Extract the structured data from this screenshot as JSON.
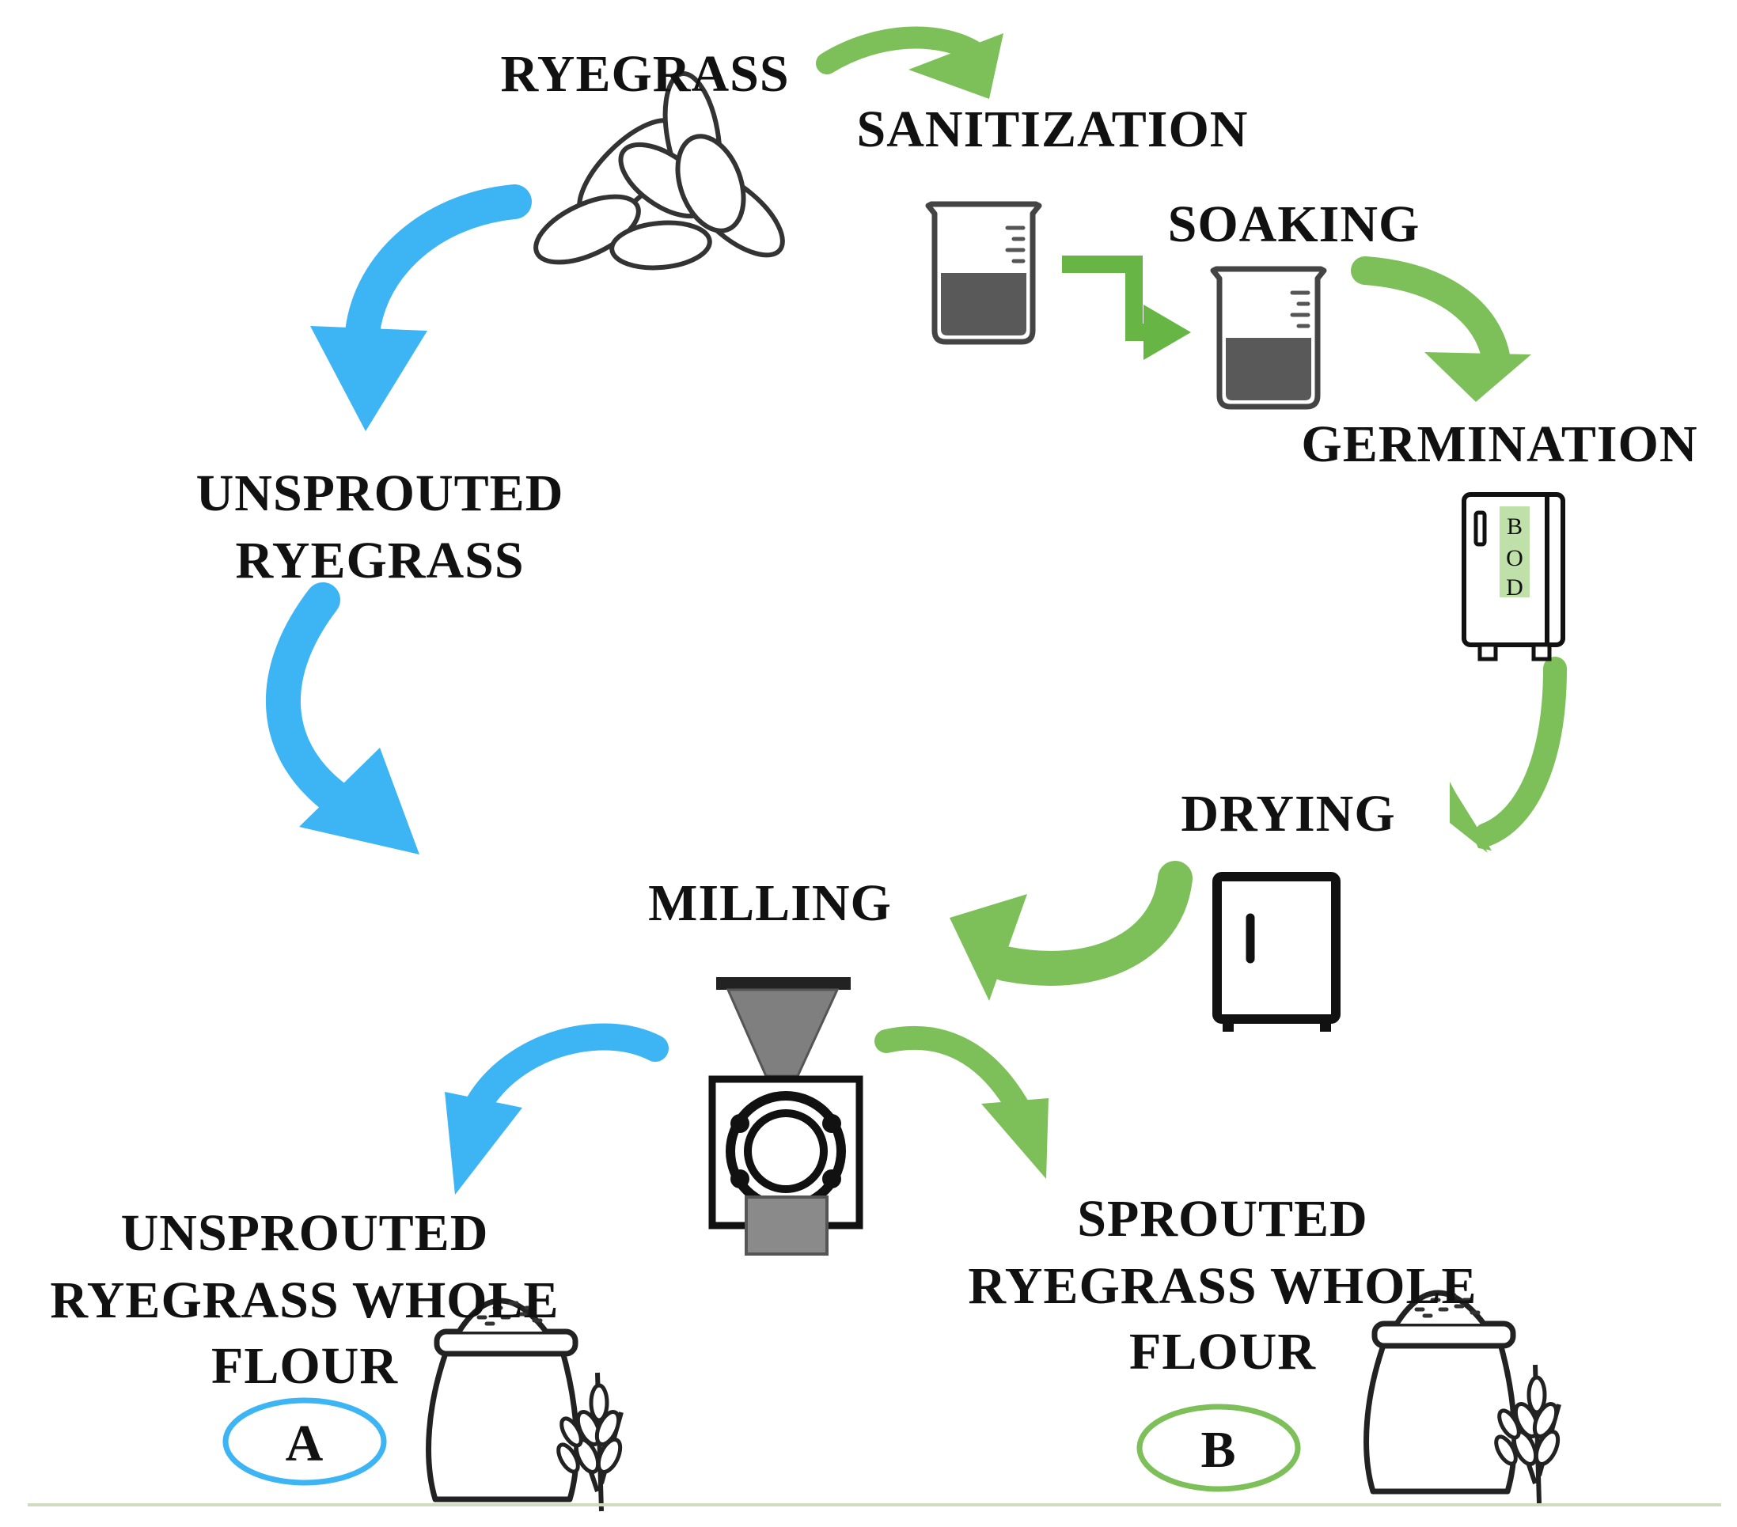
{
  "steps": {
    "ryegrass": "RYEGRASS",
    "sanitization": "SANITIZATION",
    "soaking": "SOAKING",
    "germination": "GERMINATION",
    "drying": "DRYING",
    "milling": "MILLING",
    "unsprouted_line1": "UNSPROUTED",
    "unsprouted_line2": "RYEGRASS"
  },
  "outputs": {
    "a": {
      "line1": "UNSPROUTED",
      "line2": "RYEGRASS WHOLE",
      "line3": "FLOUR",
      "badge": "A"
    },
    "b": {
      "line1": "SPROUTED",
      "line2": "RYEGRASS WHOLE",
      "line3": "FLOUR",
      "badge": "B"
    }
  },
  "incubator": {
    "letter1": "B",
    "letter2": "O",
    "letter3": "D"
  },
  "colors": {
    "blue_path": "#3DB5F5",
    "green_path": "#7DC05A",
    "dark_green_step": "#66B545",
    "text": "#111111"
  },
  "icons": {
    "seeds": "seeds-icon",
    "beaker": "beaker-icon",
    "incubator": "bod-incubator-icon",
    "dryer": "dryer-cabinet-icon",
    "mill": "mill-icon",
    "flour_sack": "flour-sack-with-wheat-icon"
  }
}
